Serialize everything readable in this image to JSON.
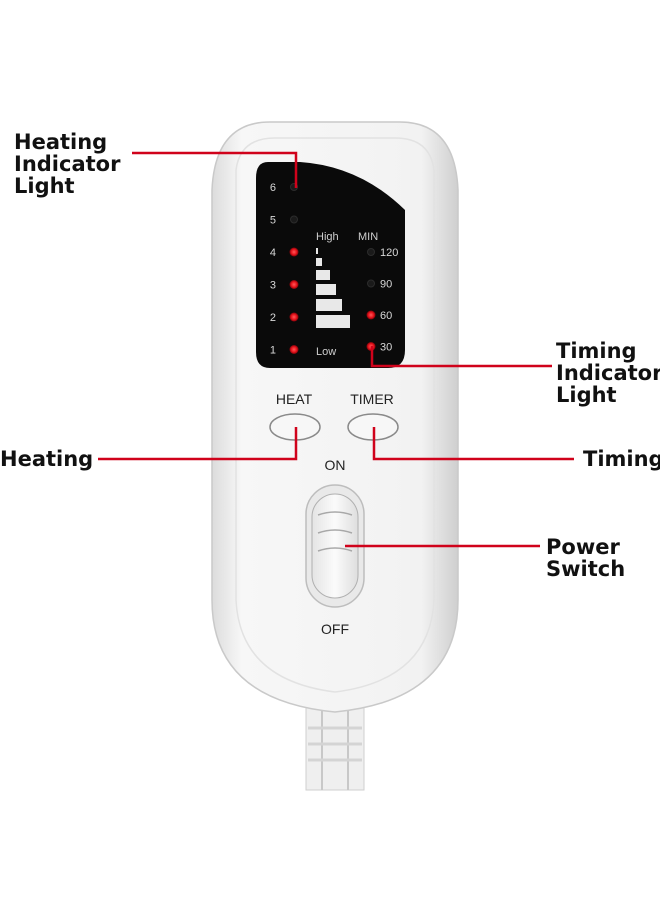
{
  "callouts": {
    "heating_indicator_light": "Heating\nIndicator\nLight",
    "timing_indicator_light": "Timing\nIndicator\nLight",
    "heating": "Heating",
    "timing": "Timing",
    "power_switch": "Power\nSwitch"
  },
  "device": {
    "heat_levels": [
      {
        "label": "6",
        "lit": false
      },
      {
        "label": "5",
        "lit": false
      },
      {
        "label": "4",
        "lit": true
      },
      {
        "label": "3",
        "lit": true
      },
      {
        "label": "2",
        "lit": true
      },
      {
        "label": "1",
        "lit": true
      }
    ],
    "scale_high": "High",
    "scale_low": "Low",
    "timer_header": "MIN",
    "timer_options": [
      {
        "label": "120",
        "lit": false
      },
      {
        "label": "90",
        "lit": false
      },
      {
        "label": "60",
        "lit": true
      },
      {
        "label": "30",
        "lit": true
      }
    ],
    "heat_button": "HEAT",
    "timer_button": "TIMER",
    "switch_on": "ON",
    "switch_off": "OFF"
  },
  "colors": {
    "callout_line": "#d0021b",
    "led_on": "#e8141c",
    "led_off": "#1a1a1a",
    "display_bg": "#0a0a0a",
    "body": "#f4f4f4"
  }
}
